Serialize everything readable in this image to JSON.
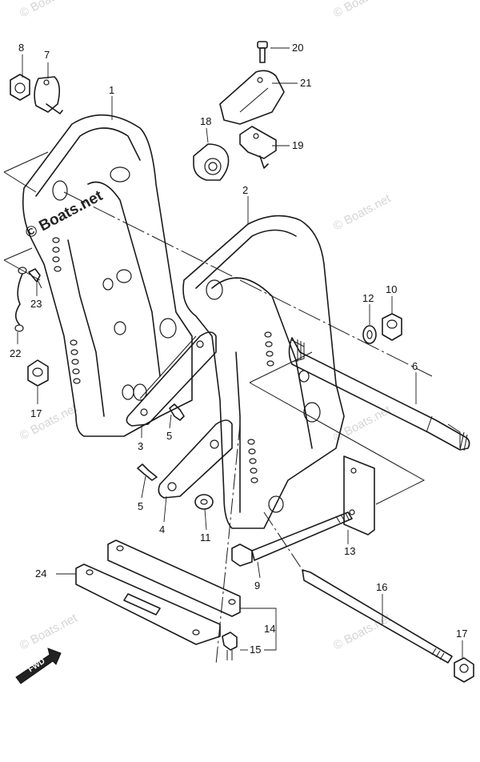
{
  "watermark": {
    "text": "© Boats.net",
    "main_text": "© Boats.net"
  },
  "direction_badge": {
    "label": "FWD"
  },
  "callouts": [
    {
      "id": "1",
      "label": "1"
    },
    {
      "id": "2",
      "label": "2"
    },
    {
      "id": "3",
      "label": "3"
    },
    {
      "id": "4",
      "label": "4"
    },
    {
      "id": "5a",
      "label": "5"
    },
    {
      "id": "5b",
      "label": "5"
    },
    {
      "id": "6",
      "label": "6"
    },
    {
      "id": "7",
      "label": "7"
    },
    {
      "id": "8",
      "label": "8"
    },
    {
      "id": "9",
      "label": "9"
    },
    {
      "id": "10",
      "label": "10"
    },
    {
      "id": "11",
      "label": "11"
    },
    {
      "id": "12",
      "label": "12"
    },
    {
      "id": "13",
      "label": "13"
    },
    {
      "id": "14",
      "label": "14"
    },
    {
      "id": "15",
      "label": "15"
    },
    {
      "id": "16",
      "label": "16"
    },
    {
      "id": "17a",
      "label": "17"
    },
    {
      "id": "17b",
      "label": "17"
    },
    {
      "id": "18",
      "label": "18"
    },
    {
      "id": "19",
      "label": "19"
    },
    {
      "id": "20",
      "label": "20"
    },
    {
      "id": "21",
      "label": "21"
    },
    {
      "id": "22",
      "label": "22"
    },
    {
      "id": "23",
      "label": "23"
    },
    {
      "id": "24",
      "label": "24"
    }
  ]
}
